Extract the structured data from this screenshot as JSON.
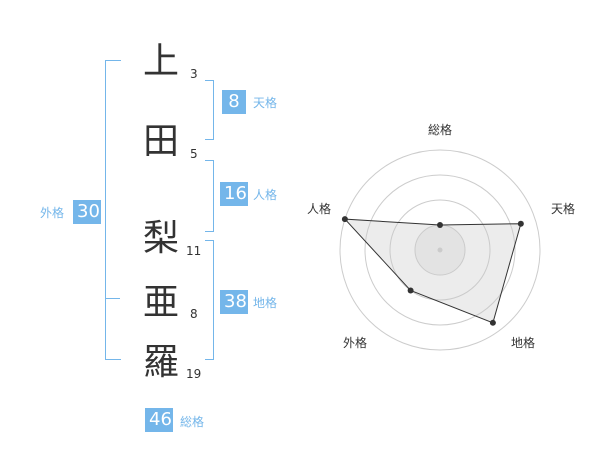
{
  "name": {
    "chars": [
      {
        "char": "上",
        "strokes": "3"
      },
      {
        "char": "田",
        "strokes": "5"
      },
      {
        "char": "梨",
        "strokes": "11"
      },
      {
        "char": "亜",
        "strokes": "8"
      },
      {
        "char": "羅",
        "strokes": "19"
      }
    ]
  },
  "kaku": {
    "ten": {
      "value": "8",
      "label": "天格"
    },
    "jin": {
      "value": "16",
      "label": "人格"
    },
    "chi": {
      "value": "38",
      "label": "地格"
    },
    "gai": {
      "value": "30",
      "label": "外格"
    },
    "sou": {
      "value": "46",
      "label": "総格"
    }
  },
  "colors": {
    "accent": "#74b6ea",
    "text": "#333333",
    "ring": "#cccccc",
    "fill": "#eeeeee"
  },
  "radar": {
    "axes": [
      "総格",
      "天格",
      "地格",
      "外格",
      "人格"
    ],
    "levels": 4,
    "values": [
      0.25,
      0.85,
      0.9,
      0.5,
      1.0
    ]
  }
}
